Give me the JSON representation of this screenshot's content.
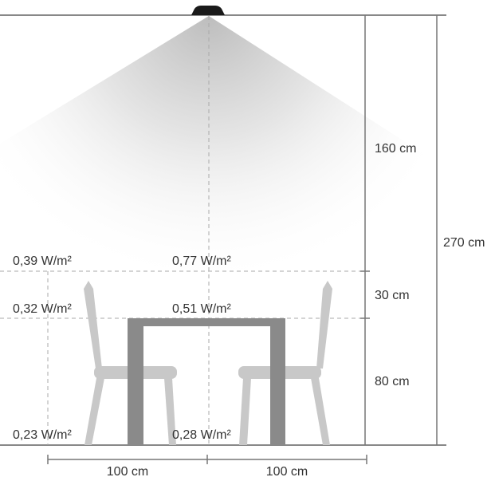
{
  "irradiance": {
    "left_upper": "0,39 W/m²",
    "center_upper": "0,77 W/m²",
    "left_table": "0,32 W/m²",
    "center_table": "0,51 W/m²",
    "left_floor": "0,23 W/m²",
    "center_floor": "0,28 W/m²"
  },
  "heights": {
    "lamp_to_upper": "160 cm",
    "upper_to_table": "30 cm",
    "table_to_floor": "80 cm",
    "total": "270 cm"
  },
  "widths": {
    "left": "100 cm",
    "right": "100 cm"
  },
  "icons": {
    "lamp": "ceiling-lamp-icon",
    "table": "table-icon",
    "chair": "chair-icon"
  },
  "colors": {
    "lines": "#888888",
    "furniture": "#c8c8c8",
    "table": "#8a8a8a",
    "lamp": "#1a1a1a",
    "light_cone": "#d6d6d6"
  }
}
